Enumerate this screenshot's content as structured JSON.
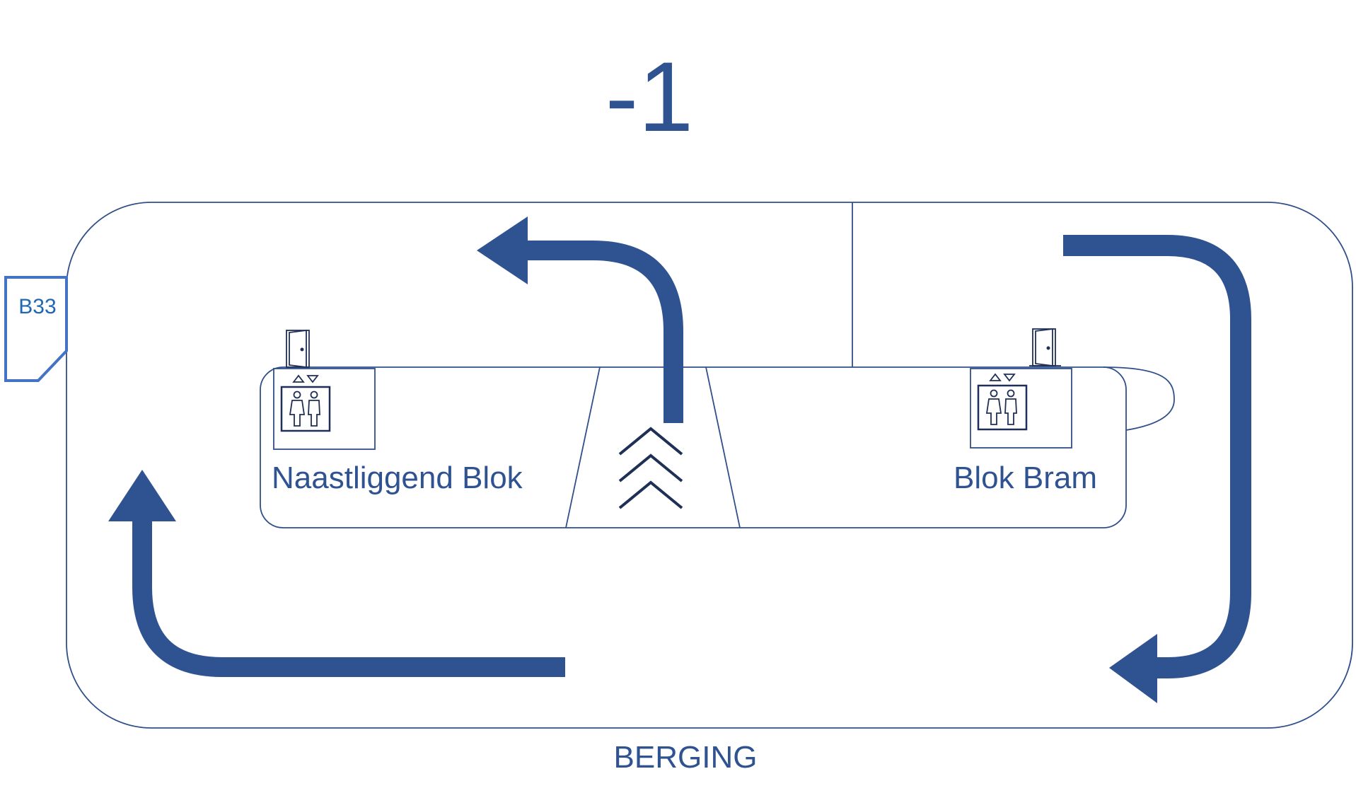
{
  "floor_label": "-1",
  "footer_label": "BERGING",
  "storage_tag": "B33",
  "blocks": {
    "left": "Naastliggend Blok",
    "right": "Blok Bram"
  },
  "icons": {
    "elevator": "elevator-icon",
    "door": "door-icon",
    "stairs_up": "chevrons-up-icon",
    "route_arrow": "route-arrow-icon"
  },
  "colors": {
    "primary": "#2f5391",
    "outline": "#2f4f8a",
    "tag": "#4472c4",
    "tag_text": "#1f67b3",
    "icon": "#1f2f55"
  }
}
